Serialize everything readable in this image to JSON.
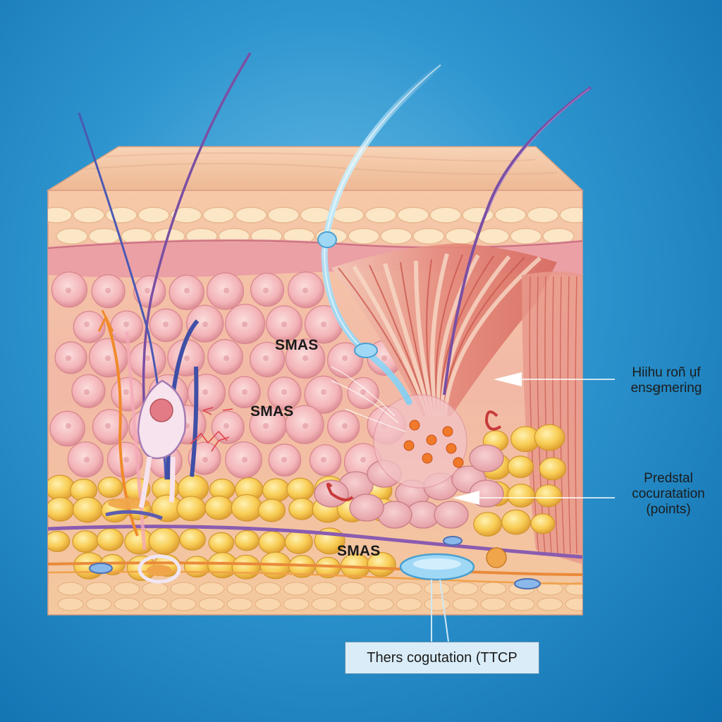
{
  "labels": {
    "smas_top": "SMAS",
    "smas_middle": "SMAS",
    "smas_bottom": "SMAS"
  },
  "callouts": {
    "upper_right": [
      "Hiihu roñ ụf",
      "ensꞡmering"
    ],
    "middle_right": [
      "Predstal",
      "cocuratation",
      "(points)"
    ],
    "bottom_box": "Thers cogutation (TTCP"
  },
  "colors": {
    "background": "#2e95cf",
    "skin_surface": "#f4c7a6",
    "dermis_cells": "#f5bcc0",
    "fat_cells": "#f6c44e",
    "muscle_fibers": "#e07a6c",
    "nerve_purple": "#7a4fa3",
    "ultrasound_beam": "#9fe0ff",
    "coagulation_points": "#f07a2a"
  }
}
